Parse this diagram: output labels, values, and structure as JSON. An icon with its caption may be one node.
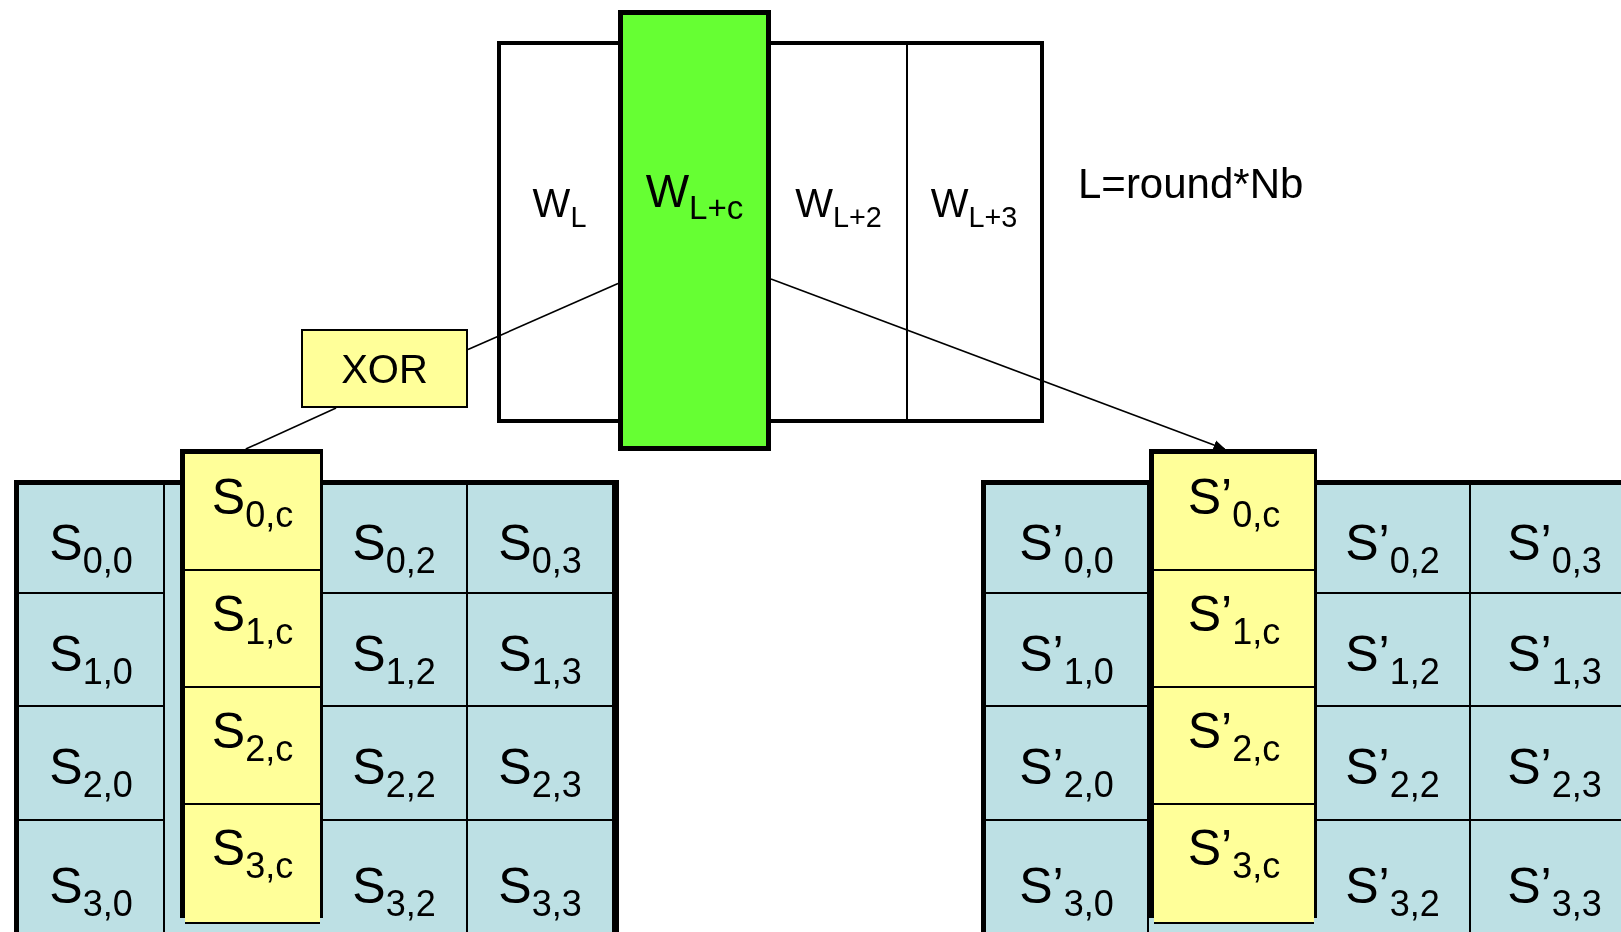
{
  "diagram": {
    "nodes": [
      {
        "text": [
          "W$_{L}$"
        ]
      },
      {
        "text": [
          "W$_{L+c}$"
        ]
      },
      {
        "text": [
          "W$_{L+2}$"
        ]
      },
      {
        "text": [
          "W$_{L+3}$"
        ]
      },
      {
        "text": [
          "XOR"
        ]
      },
      {
        "text": [],
        "shape": "box"
      },
      {
        "text": [
          "S$_{0,c}$"
        ],
        "in": 5
      },
      {
        "text": [
          "S$_{1,c}$"
        ],
        "in": 5
      },
      {
        "text": [
          "S$_{2,c}$"
        ],
        "in": 5
      },
      {
        "text": [
          "S$_{3,c}$"
        ],
        "in": 5
      },
      {
        "text": [],
        "shape": "box"
      },
      {
        "text": [
          "S’$_{0,c}$"
        ],
        "in": 10
      },
      {
        "text": [
          "S’$_{1,c}$"
        ],
        "in": 10
      },
      {
        "text": [
          "S’$_{2,c}$"
        ],
        "in": 10
      },
      {
        "text": [
          "S’$_{3,c}$"
        ],
        "in": 10
      },
      {
        "text": [
          "S$_{0,0}$"
        ]
      },
      {
        "text": [
          "S$_{0,2}$"
        ]
      },
      {
        "text": [
          "S$_{0,3}$"
        ]
      },
      {
        "text": [
          "S$_{1,0}$"
        ]
      },
      {
        "text": [
          "S$_{1,2}$"
        ]
      },
      {
        "text": [
          "S$_{1,3}$"
        ]
      },
      {
        "text": [
          "S$_{2,0}$"
        ]
      },
      {
        "text": [
          "S$_{2,2}$"
        ]
      },
      {
        "text": [
          "S$_{2,3}$"
        ]
      },
      {
        "text": [
          "S$_{3,0}$"
        ]
      },
      {
        "text": [
          "S$_{3,2}$"
        ]
      },
      {
        "text": [
          "S$_{3,3}$"
        ]
      },
      {
        "text": [
          "S’$_{0,0}$"
        ]
      },
      {
        "text": [
          "S’$_{0,2}$"
        ]
      },
      {
        "text": [
          "S’$_{0,3}$"
        ]
      },
      {
        "text": [
          "S’$_{1,0}$"
        ]
      },
      {
        "text": [
          "S’$_{1,2}$"
        ]
      },
      {
        "text": [
          "S’$_{1,3}$"
        ]
      },
      {
        "text": [
          "S’$_{2,0}$"
        ]
      },
      {
        "text": [
          "S’$_{2,2}$"
        ]
      },
      {
        "text": [
          "S’$_{2,3}$"
        ]
      },
      {
        "text": [
          "S’$_{3,0}$"
        ]
      },
      {
        "text": [
          "S’$_{3,2}$"
        ]
      },
      {
        "text": [
          "S’$_{3,3}$"
        ]
      }
    ],
    "edges": [
      {
        "from": 1,
        "to": 4,
        "arrow": "none"
      },
      {
        "from": 4,
        "to": 5,
        "arrow": "none"
      },
      {
        "from": 1,
        "to": 10,
        "arrow": "to"
      }
    ],
    "labels": [
      "L=round*Nb"
    ]
  }
}
